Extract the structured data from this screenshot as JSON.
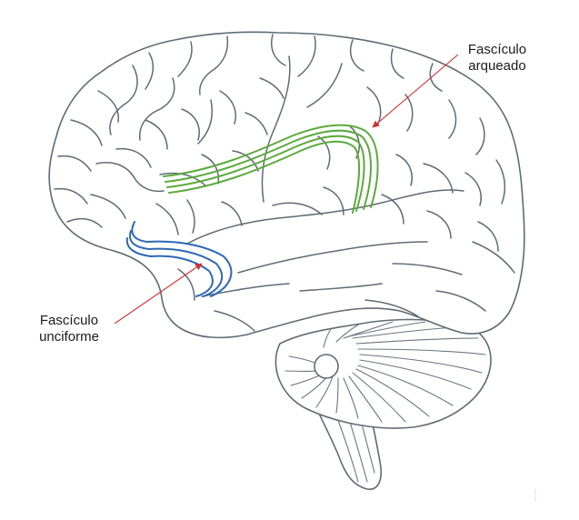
{
  "labels": {
    "arcuate": {
      "line1": "Fascículo",
      "line2": "arqueado"
    },
    "uncinate": {
      "line1": "Fascículo",
      "line2": "unciforme"
    }
  },
  "colors": {
    "arcuate_tract": "#5aaa3c",
    "uncinate_tract": "#2e68b4",
    "pointer_arrow": "#d32f2f",
    "outline": "#5f6b74"
  }
}
